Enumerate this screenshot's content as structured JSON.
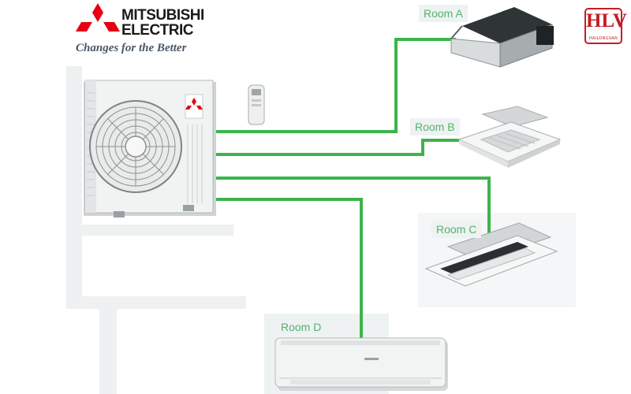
{
  "brand": {
    "name_line1": "MITSUBISHI",
    "name_line2": "ELECTRIC",
    "tagline": "Changes for the Better",
    "logo_color": "#e60012"
  },
  "badge": {
    "text": "HLV",
    "subtext": "HAILONGVAN",
    "color": "#c41d24"
  },
  "rooms": [
    {
      "id": "a",
      "label": "Room A",
      "unit": "ceiling-concealed-ducted"
    },
    {
      "id": "b",
      "label": "Room B",
      "unit": "4-way-ceiling-cassette"
    },
    {
      "id": "c",
      "label": "Room C",
      "unit": "1-way-ceiling-cassette"
    },
    {
      "id": "d",
      "label": "Room D",
      "unit": "wall-mounted"
    }
  ],
  "colors": {
    "pipe": "#3cb44b",
    "label_text": "#55b36a",
    "wall": "#eef0f1"
  }
}
